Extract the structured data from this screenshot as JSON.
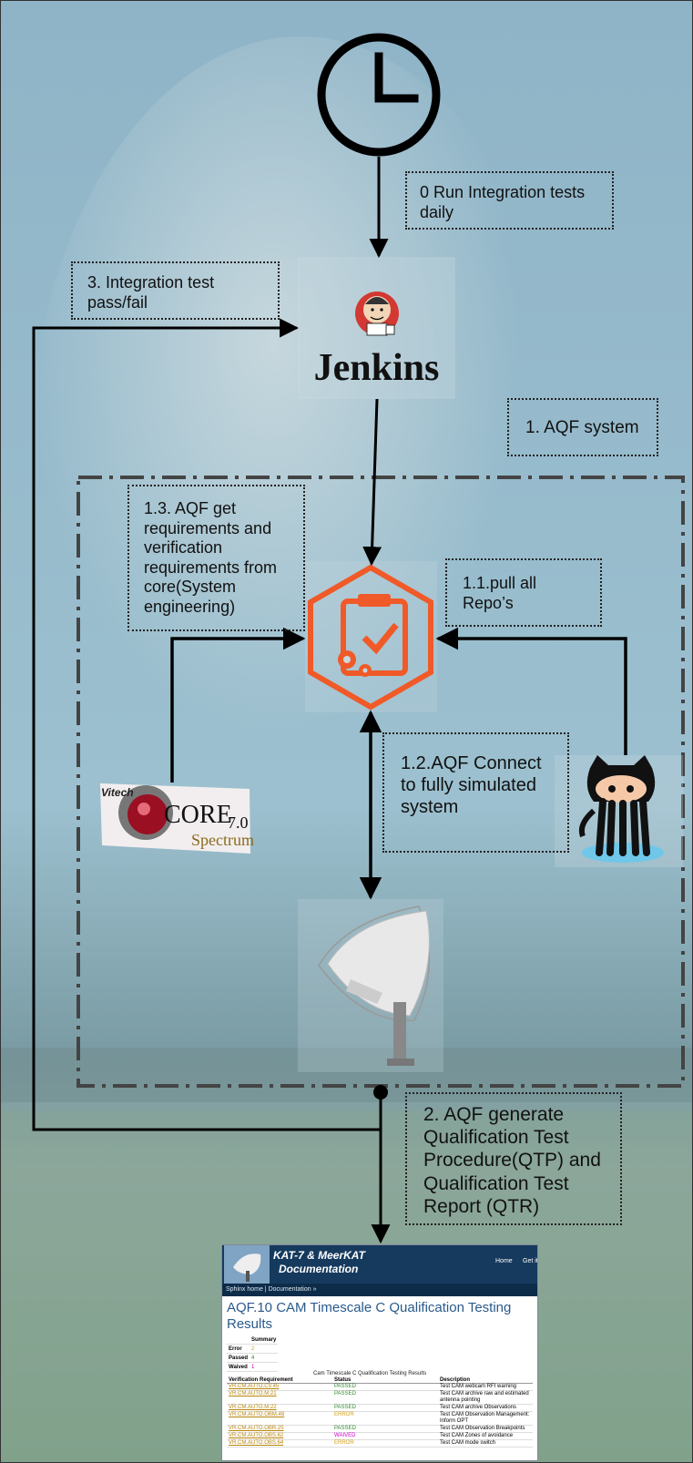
{
  "notes": {
    "run_daily": "0 Run Integration tests daily",
    "pass_fail": "3. Integration test pass/fail",
    "aqf_system": "1. AQF system",
    "get_requirements": "1.3. AQF get requirements and verification requirements from core(System engineering)",
    "pull_repos": "1.1.pull all Repo’s",
    "connect_sim": "1.2.AQF Connect to fully simulated system",
    "generate_qtp": "2. AQF generate Qualification Test Procedure(QTP) and Qualification Test Report (QTR)"
  },
  "jenkins": {
    "label": "Jenkins"
  },
  "core": {
    "brand": "Vitech",
    "name": "CORE",
    "version": "7.0",
    "sub": "Spectrum"
  },
  "doc": {
    "title_line1": "KAT-7 & MeerKAT",
    "title_line2": "Documentation",
    "nav_home": "Home",
    "nav_get": "Get it",
    "breadcrumb": "Sphinx home  |  Documentation  »",
    "heading": "AQF.10 CAM Timescale C Qualification Testing Results",
    "summary_header": "Summary",
    "summary": [
      {
        "label": "Error",
        "value": "2",
        "color": "#d4a017"
      },
      {
        "label": "Passed",
        "value": "4",
        "color": "#2e8b2e"
      },
      {
        "label": "Waived",
        "value": "1",
        "color": "#cc00cc"
      }
    ],
    "table_caption": "Cam Timescale C Qualification Testing Results",
    "columns": [
      "Verification Requirement",
      "Status",
      "Description"
    ],
    "rows": [
      {
        "req": "VR.CM.AUTO.CV.45",
        "status": "PASSED",
        "desc": "Test CAM webcam RFI warning"
      },
      {
        "req": "VR.CM.AUTO.M.21",
        "status": "PASSED",
        "desc": "Test CAM archive raw and estimated antenna pointing"
      },
      {
        "req": "VR.CM.AUTO.M.22",
        "status": "PASSED",
        "desc": "Test CAM archive Observations"
      },
      {
        "req": "VR.CM.AUTO.OBM.48",
        "status": "ERROR",
        "desc": "Test CAM Observation Management: Inform OPT"
      },
      {
        "req": "VR.CM.AUTO.OBR.25",
        "status": "PASSED",
        "desc": "Test CAM Observation Breakpoints"
      },
      {
        "req": "VR.CM.AUTO.OBS.62",
        "status": "WAIVED",
        "desc": "Test CAM Zones of avoidance"
      },
      {
        "req": "VR.CM.AUTO.OBS.64",
        "status": "ERROR",
        "desc": "Test CAM mode switch"
      }
    ],
    "status_colors": {
      "PASSED": "#2e8b2e",
      "ERROR": "#d4a017",
      "WAIVED": "#cc00cc"
    }
  },
  "colors": {
    "aqf_orange": "#f05a28",
    "line": "#000000",
    "boundary": "#444444"
  }
}
